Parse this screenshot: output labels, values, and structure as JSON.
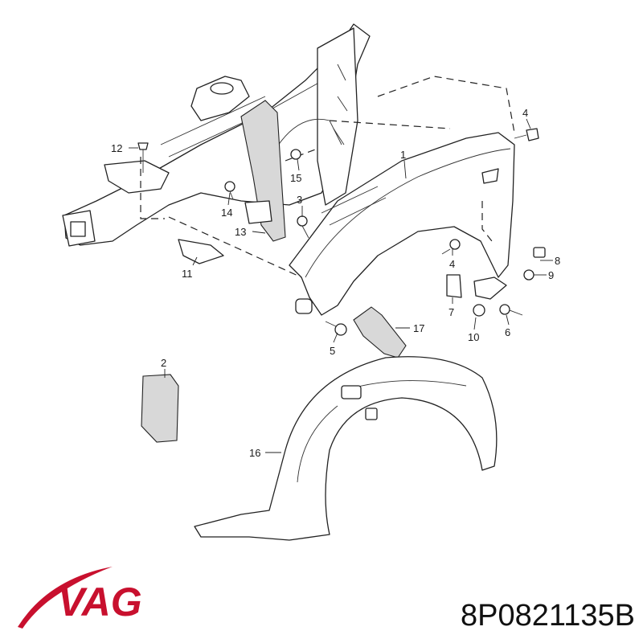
{
  "brand": {
    "name": "VAG",
    "color": "#c8102e"
  },
  "part_number": "8P0821135B",
  "callouts": [
    {
      "id": "c1",
      "label": "1"
    },
    {
      "id": "c2",
      "label": "2"
    },
    {
      "id": "c3",
      "label": "3"
    },
    {
      "id": "c4a",
      "label": "4"
    },
    {
      "id": "c4b",
      "label": "4"
    },
    {
      "id": "c5",
      "label": "5"
    },
    {
      "id": "c6",
      "label": "6"
    },
    {
      "id": "c7",
      "label": "7"
    },
    {
      "id": "c8",
      "label": "8"
    },
    {
      "id": "c9",
      "label": "9"
    },
    {
      "id": "c10",
      "label": "10"
    },
    {
      "id": "c11",
      "label": "11"
    },
    {
      "id": "c12",
      "label": "12"
    },
    {
      "id": "c13",
      "label": "13"
    },
    {
      "id": "c14",
      "label": "14"
    },
    {
      "id": "c15",
      "label": "15"
    },
    {
      "id": "c16",
      "label": "16"
    },
    {
      "id": "c17",
      "label": "17"
    }
  ]
}
